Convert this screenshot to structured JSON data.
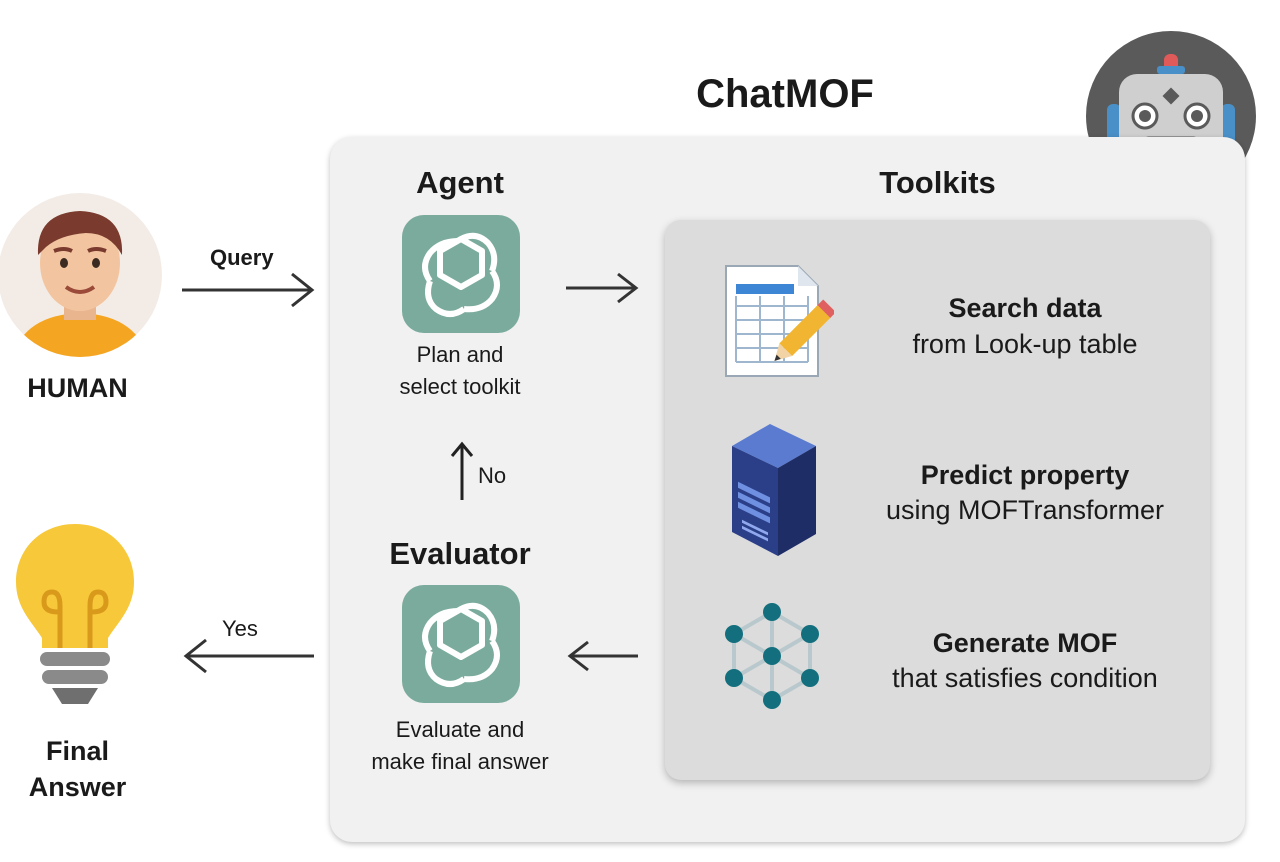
{
  "title": "ChatMOF",
  "human": {
    "label": "HUMAN"
  },
  "query": {
    "label": "Query"
  },
  "agent": {
    "heading": "Agent",
    "caption_line1": "Plan and",
    "caption_line2": "select toolkit"
  },
  "no": {
    "label": "No"
  },
  "evaluator": {
    "heading": "Evaluator",
    "caption_line1": "Evaluate and",
    "caption_line2": "make final answer"
  },
  "yes": {
    "label": "Yes"
  },
  "final": {
    "line1": "Final",
    "line2": "Answer"
  },
  "toolkits": {
    "heading": "Toolkits",
    "items": [
      {
        "title": "Search data",
        "subtitle": "from Look-up table",
        "icon": "table-pencil-icon"
      },
      {
        "title": "Predict property",
        "subtitle": "using MOFTransformer",
        "icon": "server-icon"
      },
      {
        "title": "Generate MOF",
        "subtitle": "that satisfies condition",
        "icon": "molecule-lattice-icon"
      }
    ]
  },
  "colors": {
    "gpt_green": "#7aab9c",
    "panel": "#f1f1f1",
    "inner_panel": "#dcdcdc",
    "robot_bg": "#5a5a5a",
    "bulb": "#f7c83a",
    "lattice": "#136f7d"
  }
}
